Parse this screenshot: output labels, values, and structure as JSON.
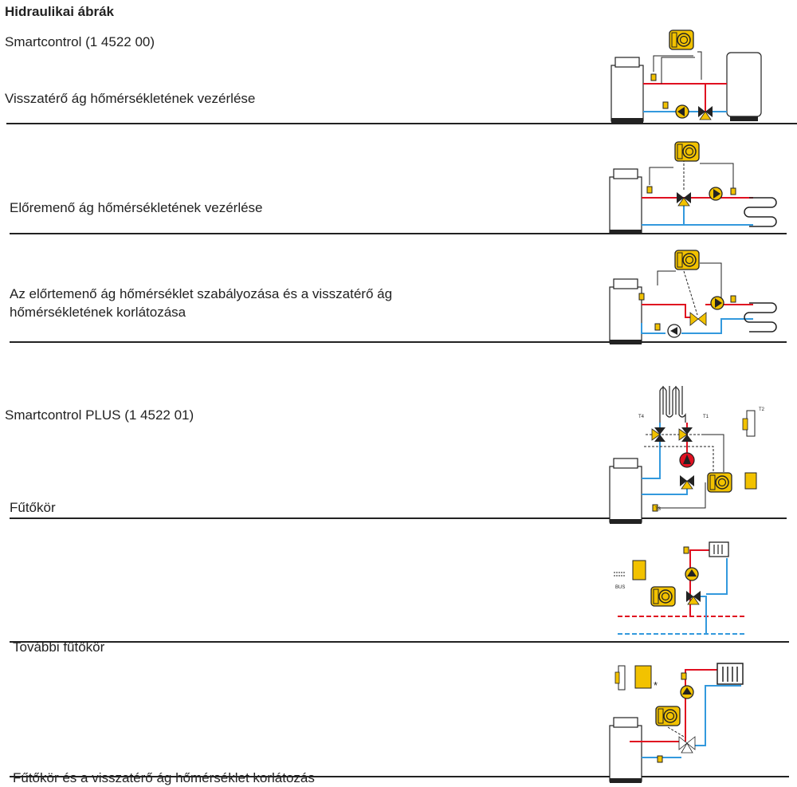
{
  "page": {
    "heading": "Hidraulikai ábrák",
    "group1_title": "Smartcontrol (1 4522 00)",
    "group2_title": "Smartcontrol PLUS (1 4522 01)"
  },
  "sections": [
    {
      "label": "Visszatérő ág hőmérsékletének vezérlése"
    },
    {
      "label": "Előremenő ág hőmérsékletének vezérlése"
    },
    {
      "label_line1": "Az előrtemenő ág hőmérséklet szabályozása és a visszatérő ág",
      "label_line2": "hőmérsékletének korlátozása"
    },
    {
      "label": "Fűtőkör",
      "sensors": [
        "T4",
        "T1",
        "T2",
        "T3"
      ]
    },
    {
      "label": "További fűtőkör",
      "bus_label": "BUS"
    },
    {
      "label": "Fűtőkör és a visszatérő ág hőmérséklet korlátozás",
      "asterisk": "*"
    }
  ],
  "colors": {
    "flow": "#e01020",
    "return": "#3399dd",
    "device": "#f2c200",
    "rule": "#222222"
  }
}
